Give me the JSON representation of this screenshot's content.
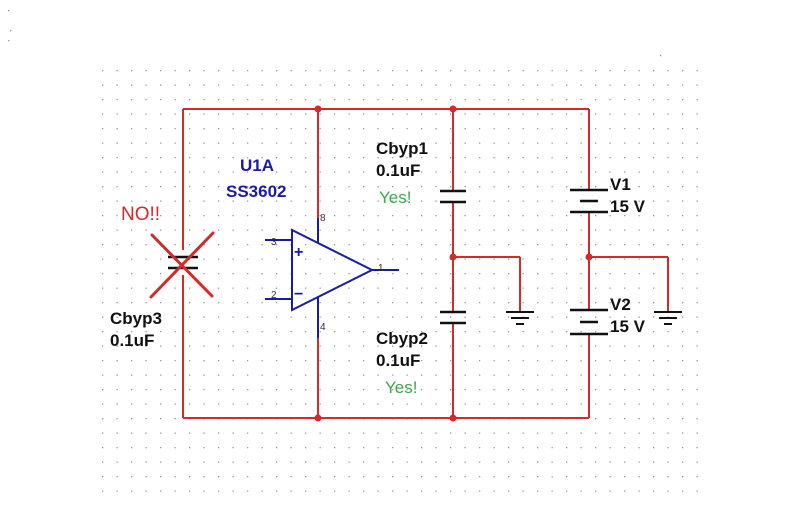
{
  "colors": {
    "wire": "#d42a2a",
    "component": "#1a1aa8",
    "body": "#111111",
    "bad": "#d42a2a",
    "good": "#3aa84a",
    "grid_dot": "#9a9a9a"
  },
  "opamp": {
    "ref": "U1A",
    "part": "SS3602",
    "pin_noninv": "3",
    "pin_inv": "2",
    "pin_out": "1",
    "pin_vpos": "8",
    "pin_vneg": "4",
    "sign_plus": "+",
    "sign_minus": "−"
  },
  "capacitors": {
    "cbyp1": {
      "name": "Cbyp1",
      "value": "0.1uF",
      "verdict": "Yes!"
    },
    "cbyp2": {
      "name": "Cbyp2",
      "value": "0.1uF",
      "verdict": "Yes!"
    },
    "cbyp3": {
      "name": "Cbyp3",
      "value": "0.1uF",
      "verdict": "NO!!"
    }
  },
  "sources": {
    "v1": {
      "name": "V1",
      "value": "15 V"
    },
    "v2": {
      "name": "V2",
      "value": "15 V"
    }
  }
}
